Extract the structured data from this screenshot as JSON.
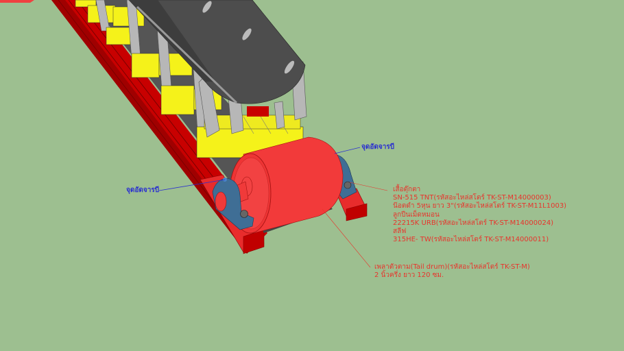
{
  "scene": {
    "background": "#9dbf90",
    "colors": {
      "frame_red": "#c80000",
      "frame_red_dark": "#a00000",
      "drum_red": "#f23a3a",
      "drum_red_dark": "#d82828",
      "bearing_blue": "#3f6e95",
      "bracket_gray": "#b7b7b7",
      "belt_dark": "#4a4a4a",
      "roller_yellow": "#f5f21a",
      "callout_blue": "#2a2fd0",
      "callout_red": "#e8342c"
    }
  },
  "callouts": {
    "grease_point_right": "จุดอัดจารบี",
    "grease_point_left": "จุดอัดจารบี",
    "bearing_block": {
      "lines": [
        "เสื้อตุ๊กตา",
        "SN-515 TNT(รหัสอะไหล่สโตร์ TK-ST-M14000003)",
        "น๊อตดำ 5หุน ยาว 3\"(รหัสอะไหล่สโตร์ TK-ST-M11L1003)",
        "ลูกปืนเม็ดหมอน",
        "22215K URB(รหัสอะไหล่สโตร์ TK-ST-M14000024)",
        "สลีฟ",
        "315HE- TW(รหัสอะไหล่สโตร์ TK-ST-M14000011)"
      ]
    },
    "tail_drum": {
      "lines": [
        "เพลาตัวตาม(Tail drum)(รหัสอะไหล่สโตร์ TK-ST-M)",
        "2 นิ้วครึ่ง ยาว 120 ซม."
      ]
    }
  }
}
